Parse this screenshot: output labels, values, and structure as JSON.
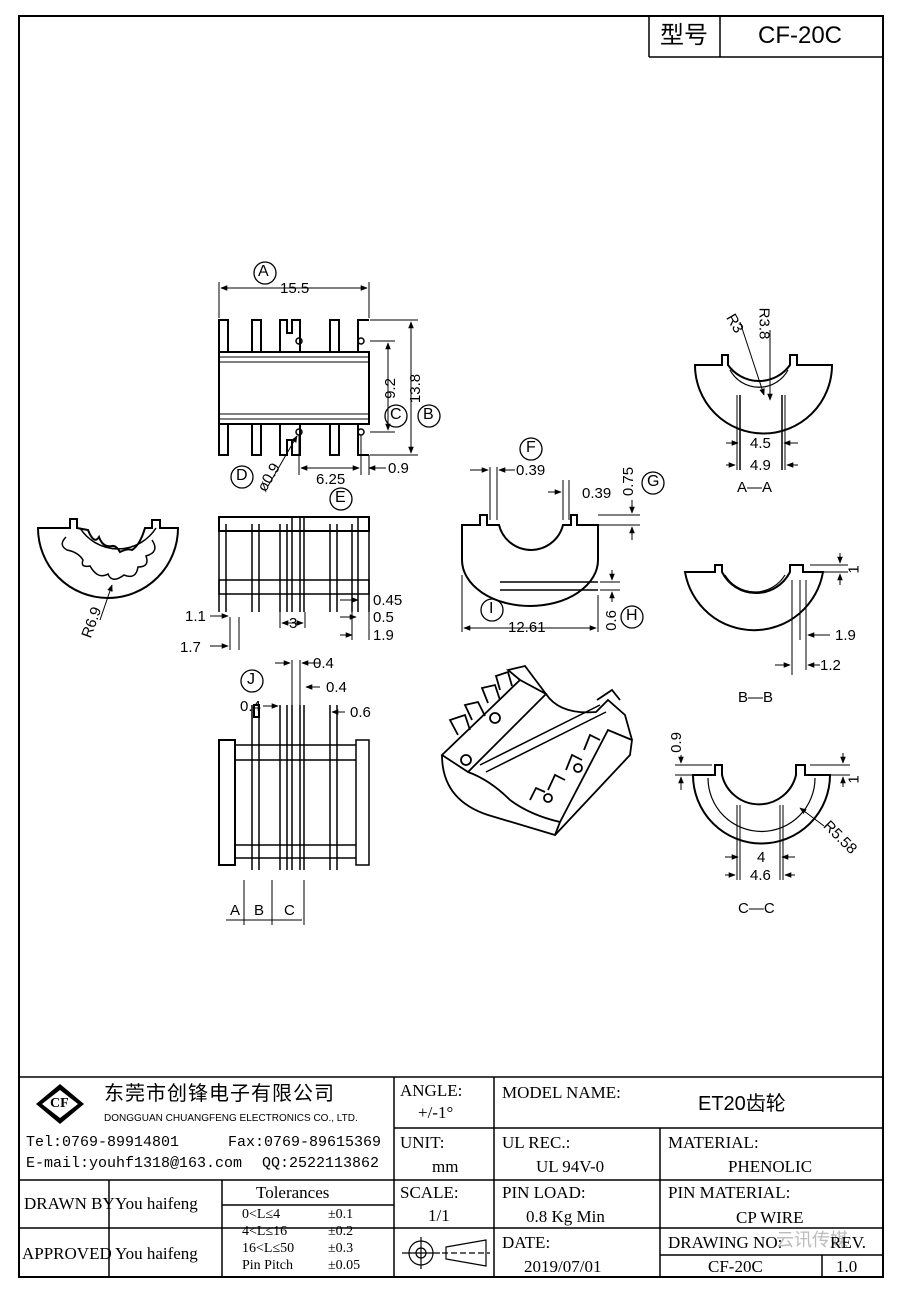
{
  "header": {
    "type_label": "型号",
    "type_value": "CF-20C"
  },
  "company": {
    "logo_text": "CF",
    "name_cn": "东莞市创锋电子有限公司",
    "name_en": "DONGGUAN CHUANGFENG ELECTRONICS CO., LTD.",
    "tel": "Tel:0769-89914801",
    "fax": "Fax:0769-89615369",
    "email": "E-mail:youhf1318@163.com",
    "qq": "QQ:2522113862"
  },
  "title_block": {
    "angle_label": "ANGLE:",
    "angle_value": "+/-1°",
    "unit_label": "UNIT:",
    "unit_value": "mm",
    "scale_label": "SCALE:",
    "scale_value": "1/1",
    "model_label": "MODEL NAME:",
    "model_value": "ET20齿轮",
    "ul_label": "UL REC.:",
    "ul_value": "UL 94V-0",
    "material_label": "MATERIAL:",
    "material_value": "PHENOLIC",
    "pinload_label": "PIN LOAD:",
    "pinload_value": "0.8 Kg Min",
    "pinmat_label": "PIN MATERIAL:",
    "pinmat_value": "CP WIRE",
    "date_label": "DATE:",
    "date_value": "2019/07/01",
    "drawingno_label": "DRAWING NO:",
    "drawingno_value": "CF-20C",
    "rev_label": "REV.",
    "rev_value": "1.0",
    "drawn_label": "DRAWN BY",
    "drawn_value": "You haifeng",
    "approved_label": "APPROVED",
    "approved_value": "You haifeng",
    "watermark": "云讯传媒"
  },
  "tolerances": {
    "title": "Tolerances",
    "rows": [
      {
        "range": "0<L≤4",
        "tol": "±0.1"
      },
      {
        "range": "4<L≤16",
        "tol": "±0.2"
      },
      {
        "range": "16<L≤50",
        "tol": "±0.3"
      },
      {
        "range": "Pin Pitch",
        "tol": "±0.05"
      }
    ]
  },
  "dimensions": {
    "A_val": "15.5",
    "d_92": "9.2",
    "d_138": "13.8",
    "d_09": "0.9",
    "d_625": "6.25",
    "d_phi09": "ø0.9",
    "d_11": "1.1",
    "d_17": "1.7",
    "d_3": "3",
    "d_045": "0.45",
    "d_05": "0.5",
    "d_19": "1.9",
    "d_R69": "R6.9",
    "F_val": "0.39",
    "d_039b": "0.39",
    "G_val": "0.75",
    "I_val": "12.61",
    "H_val": "0.6",
    "J_04a": "0.4",
    "J_04b": "0.4",
    "J_04c": "0.4",
    "J_06": "0.6",
    "aa_R3": "R3",
    "aa_R38": "R3.8",
    "aa_45": "4.5",
    "aa_49": "4.9",
    "bb_1": "1",
    "bb_19": "1.9",
    "bb_12": "1.2",
    "cc_09": "0.9",
    "cc_R558": "R5.58",
    "cc_4": "4",
    "cc_46": "4.6",
    "cc_1": "1"
  },
  "callouts": {
    "A": "A",
    "B": "B",
    "C": "C",
    "D": "D",
    "E": "E",
    "F": "F",
    "G": "G",
    "H": "H",
    "I": "I",
    "J": "J"
  },
  "section_labels": {
    "aa": "A—A",
    "bb": "B—B",
    "cc": "C—C",
    "sa": "A",
    "sb": "B",
    "sc": "C"
  }
}
